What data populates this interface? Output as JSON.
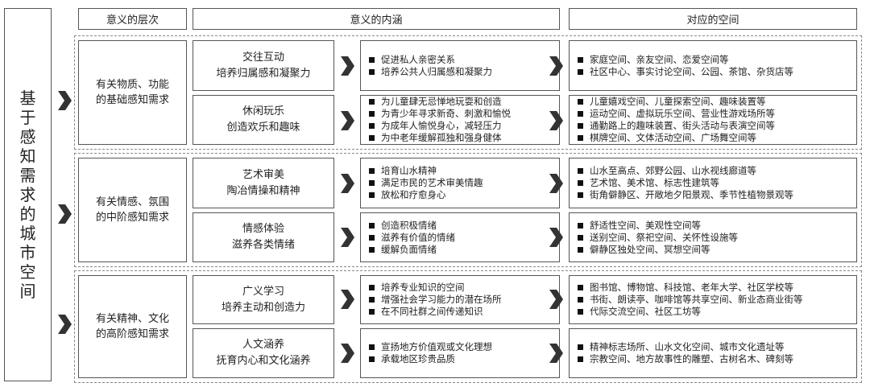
{
  "title": "基于感知需求的城市空间",
  "headers": {
    "level": "意义的层次",
    "meaning": "意义的内涵",
    "space": "对应的空间"
  },
  "groups": [
    {
      "level": "有关物质、功能\n的基础感知需求",
      "rows": [
        {
          "name": "交往互动",
          "desc": "培养归属感和凝聚力",
          "items": [
            "促进私人亲密关系",
            "培养公共人归属感和凝聚力"
          ],
          "spaces": [
            "家庭空间、亲友空间、恋爱空间等",
            "社区中心、事实讨论空间、公园、茶馆、杂货店等"
          ]
        },
        {
          "name": "休闲玩乐",
          "desc": "创造欢乐和趣味",
          "items": [
            "为儿童肆无忌惮地玩耍和创造",
            "为青少年寻求新奇、刺激和愉悦",
            "为成年人愉悦身心，减轻压力",
            "为中老年缓解孤独和强身健体"
          ],
          "spaces": [
            "儿童嬉戏空间、儿童探索空间、趣味装置等",
            "运动空间、虚拟玩乐空间、营业性游戏场所等",
            "通勤路上的趣味装置、街头活动与表演空间等",
            "棋牌空间、文体活动空间、广场舞空间等"
          ]
        }
      ]
    },
    {
      "level": "有关情感、氛围\n的中阶感知需求",
      "rows": [
        {
          "name": "艺术审美",
          "desc": "陶冶情操和精神",
          "items": [
            "培育山水精神",
            "满足市民的艺术审美情趣",
            "放松和疗愈身心"
          ],
          "spaces": [
            "山水至高点、郊野公园、山水视线廊道等",
            "艺术馆、美术馆、标志性建筑等",
            "街角僻静区、开敞地夕阳景观、季节性植物景观等"
          ]
        },
        {
          "name": "情感体验",
          "desc": "滋养各类情绪",
          "items": [
            "创造积极情绪",
            "滋养有价值的情绪",
            "缓解负面情绪"
          ],
          "spaces": [
            "舒适性空间、美观性空间等",
            "送别空间、祭祀空间、关怀性设施等",
            "僻静区独处空间、冥想空间等"
          ]
        }
      ]
    },
    {
      "level": "有关精神、文化\n的高阶感知需求",
      "rows": [
        {
          "name": "广义学习",
          "desc": "培养主动和创造力",
          "items": [
            "培养专业知识的空间",
            "增强社会学习能力的潜在场所",
            "在不同社群之间传递知识"
          ],
          "spaces": [
            "图书馆、博物馆、科技馆、老年大学、社区学校等",
            "书街、朗读亭、咖啡馆等共享空间、新业态商业街等",
            "代际交流空间、社区工坊等"
          ]
        },
        {
          "name": "人文涵养",
          "desc": "抚育内心和文化涵养",
          "items": [
            "宣扬地方价值观或文化理想",
            "承载地区珍贵品质"
          ],
          "spaces": [
            "精神标志场所、山水文化空间、城市文化遗址等",
            "宗教空间、地方故事性的雕塑、古树名木、碑刻等"
          ]
        }
      ]
    }
  ]
}
